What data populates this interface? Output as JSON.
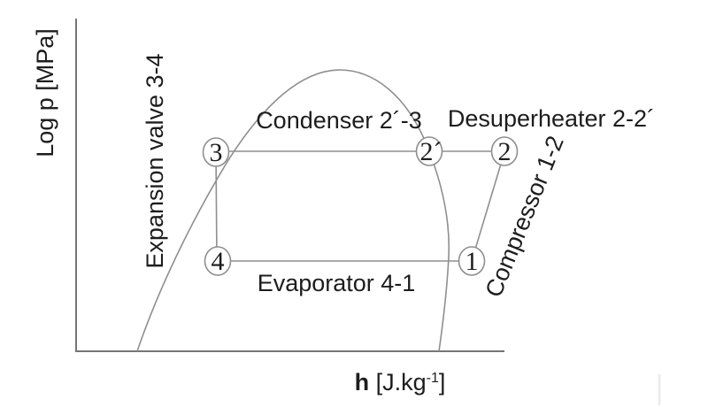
{
  "diagram": {
    "y_axis_label": "Log p [MPa]",
    "x_axis_label": {
      "bold": "h",
      "mid": " [J.kg",
      "sup": "-1",
      "end": "]"
    },
    "process_labels": {
      "condenser": "Condenser 2´-3",
      "desuperheater": "Desuperheater 2-2´",
      "expansion_valve": "Expansion valve 3-4",
      "compressor": "Compressor 1-2",
      "evaporator": "Evaporator 4-1"
    },
    "state_points": {
      "p1": "1",
      "p2": "2",
      "p2prime": "2´",
      "p3": "3",
      "p4": "4"
    },
    "colors": {
      "axis": "#757575",
      "line": "#8f8f8f",
      "text": "#1d1d1d",
      "circle_fill": "#ffffff",
      "artifact": "#ececec",
      "background": "#ffffff"
    }
  }
}
